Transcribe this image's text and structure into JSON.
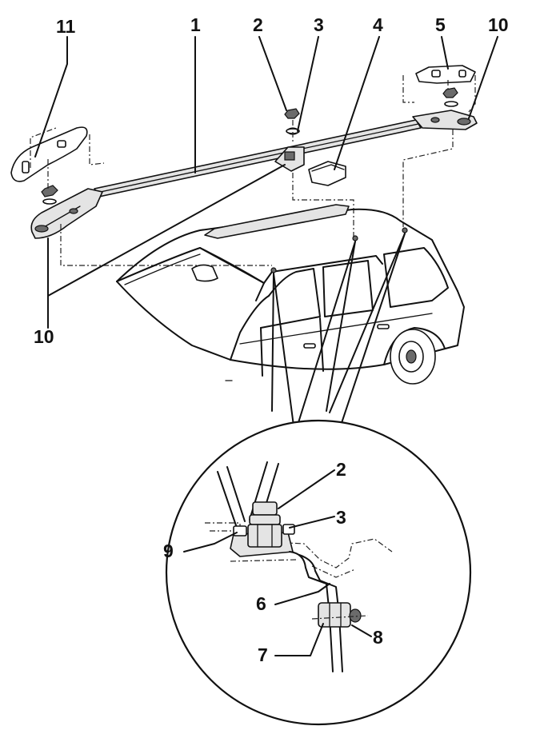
{
  "diagram": {
    "labels": [
      {
        "id": "lbl-11-top",
        "text": "11"
      },
      {
        "id": "lbl-1",
        "text": "1"
      },
      {
        "id": "lbl-2-top",
        "text": "2"
      },
      {
        "id": "lbl-3-top",
        "text": "3"
      },
      {
        "id": "lbl-4",
        "text": "4"
      },
      {
        "id": "lbl-5",
        "text": "5"
      },
      {
        "id": "lbl-10-right",
        "text": "10"
      },
      {
        "id": "lbl-10-left",
        "text": "10"
      },
      {
        "id": "lbl-2-detail",
        "text": "2"
      },
      {
        "id": "lbl-3-detail",
        "text": "3"
      },
      {
        "id": "lbl-9",
        "text": "9"
      },
      {
        "id": "lbl-6",
        "text": "6"
      },
      {
        "id": "lbl-7",
        "text": "7"
      },
      {
        "id": "lbl-8",
        "text": "8"
      }
    ]
  }
}
